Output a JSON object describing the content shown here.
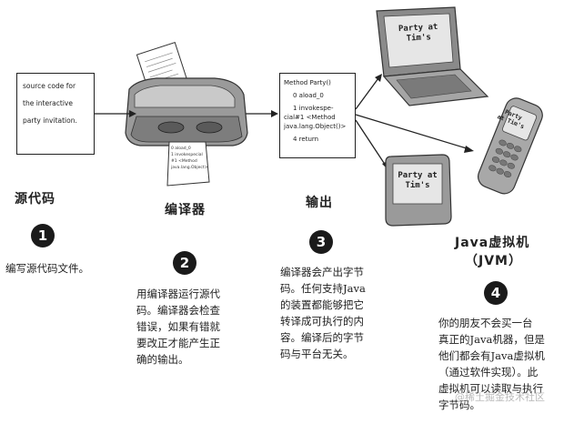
{
  "source_box": {
    "lines": [
      "source code for",
      "the interactive",
      "party invitation."
    ]
  },
  "bytecode_box": {
    "lines": [
      "Method Party()",
      "0 aload_0",
      "1 invokespe-",
      "cial#1 <Method",
      "java.lang.Object()>",
      "4 return"
    ]
  },
  "paper_text": [
    "0 aload_0",
    "1 invokespecial",
    "#1 <Method",
    "java.lang.Object>"
  ],
  "screen_text": {
    "laptop": [
      "Party at",
      "Tim's"
    ],
    "phone": [
      "Party",
      "at Tim's"
    ],
    "device": [
      "Party at",
      "Tim's"
    ]
  },
  "steps": [
    {
      "heading": "源代码",
      "number": "1",
      "desc": [
        "编写源代码文件。"
      ]
    },
    {
      "heading": "编译器",
      "number": "2",
      "desc": [
        "用编译器运行源代",
        "码。编译器会检查",
        "错误，如果有错就",
        "要改正才能产生正",
        "确的输出。"
      ]
    },
    {
      "heading": "输出",
      "number": "3",
      "desc": [
        "编译器会产出字节",
        "码。任何支持Java",
        "的装置都能够把它",
        "转译成可执行的内",
        "容。编译后的字节",
        "码与平台无关。"
      ]
    },
    {
      "heading": "Java虚拟机",
      "heading2": "（JVM）",
      "number": "4",
      "desc": [
        "你的朋友不会买一台",
        "真正的Java机器，但是",
        "他们都会有Java虚拟机",
        "（通过软件实现）。此",
        "虚拟机可以读取与执行",
        "字节码。"
      ]
    }
  ],
  "watermark": "@稀土掘金技术社区"
}
